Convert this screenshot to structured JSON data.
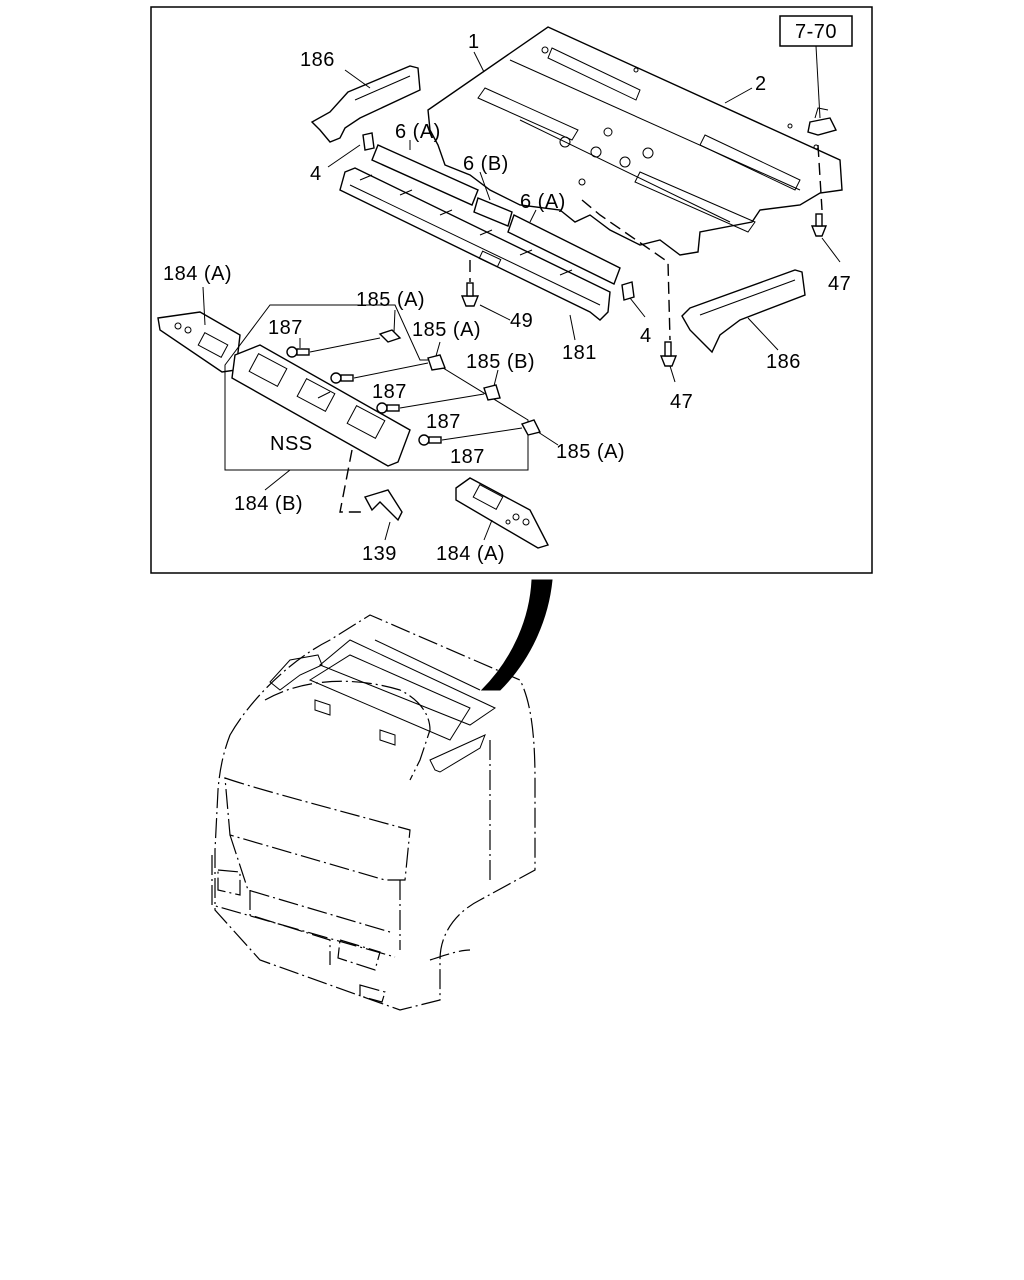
{
  "reference_box": "7-70",
  "callouts": {
    "part_1": "1",
    "part_2": "2",
    "part_4_left": "4",
    "part_4_right": "4",
    "part_6a_left": "6 (A)",
    "part_6b": "6 (B)",
    "part_6a_right": "6 (A)",
    "part_47_upper": "47",
    "part_47_lower": "47",
    "part_49": "49",
    "part_139": "139",
    "part_181": "181",
    "part_184a_left": "184 (A)",
    "part_184a_bottom": "184 (A)",
    "part_184b": "184 (B)",
    "part_185a_1": "185 (A)",
    "part_185a_2": "185 (A)",
    "part_185b": "185 (B)",
    "part_185a_3": "185 (A)",
    "part_186_left": "186",
    "part_186_right": "186",
    "part_187_1": "187",
    "part_187_2": "187",
    "part_187_3": "187",
    "part_187_4": "187",
    "nss": "NSS"
  }
}
